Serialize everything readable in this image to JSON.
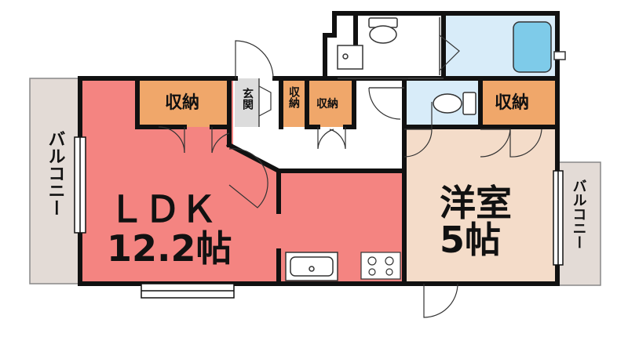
{
  "rooms": {
    "ldk": {
      "name": "ＬＤＫ",
      "size": "12.2帖"
    },
    "western": {
      "name": "洋室",
      "size": "5帖"
    },
    "balcony_left": "バルコニー",
    "balcony_right": "バルコニー",
    "entrance": "玄関",
    "storage_ldk": "収納",
    "storage_small": "収納",
    "storage_hall": "収納",
    "storage_western": "収納"
  },
  "colors": {
    "ldk": "#f48481",
    "western": "#f4dcc9",
    "storage": "#f0a76a",
    "wet": "#d8ecf9",
    "entrance": "#dcdcdc",
    "balcony": "#e3dbd6",
    "wall": "#111111"
  },
  "fixtures": [
    "toilet",
    "washbasin",
    "bathtub",
    "toilet",
    "kitchen-sink",
    "stove"
  ]
}
